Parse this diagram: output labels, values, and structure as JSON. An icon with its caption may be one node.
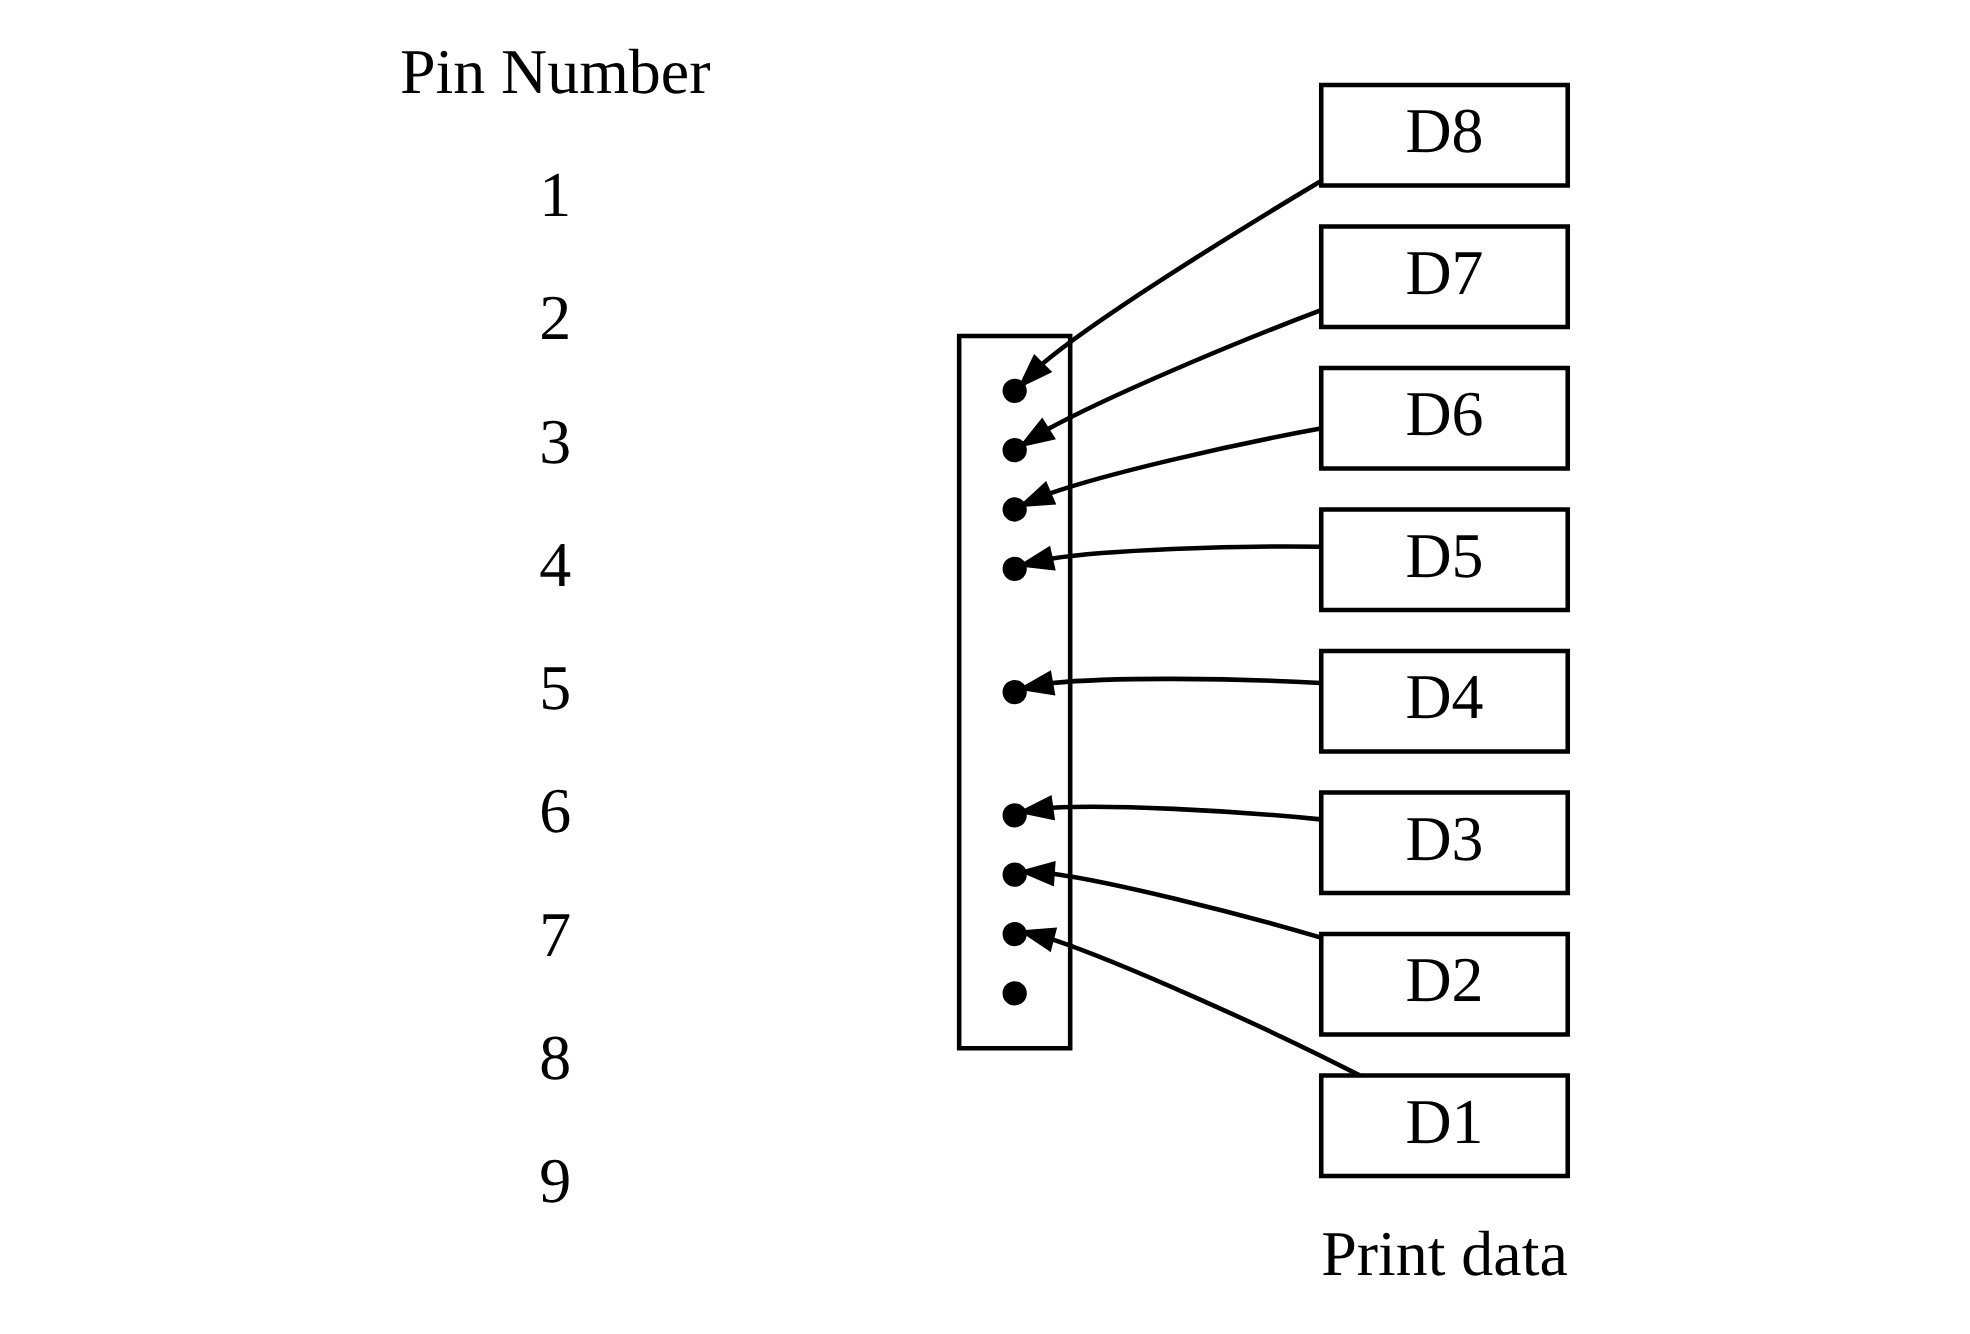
{
  "diagram": {
    "nodes": [
      {
        "text": [
          "D8"
        ]
      },
      {
        "text": [
          "D7"
        ]
      },
      {
        "text": [
          "D6"
        ]
      },
      {
        "text": [
          "D5"
        ]
      },
      {
        "text": [
          "D4"
        ]
      },
      {
        "text": [
          "D3"
        ]
      },
      {
        "text": [
          "D2"
        ]
      },
      {
        "text": [
          "D1"
        ]
      },
      {
        "text": [],
        "shape": "bar"
      },
      {
        "text": [],
        "shape": "circle",
        "in": 8
      },
      {
        "text": [],
        "shape": "circle",
        "in": 8
      },
      {
        "text": [],
        "shape": "circle",
        "in": 8
      },
      {
        "text": [],
        "shape": "circle",
        "in": 8
      },
      {
        "text": [],
        "shape": "circle",
        "in": 8
      },
      {
        "text": [],
        "shape": "circle",
        "in": 8
      },
      {
        "text": [],
        "shape": "circle",
        "in": 8
      },
      {
        "text": [],
        "shape": "circle",
        "in": 8
      },
      {
        "text": [],
        "shape": "circle",
        "in": 8
      }
    ],
    "edges": [
      {
        "from": 0,
        "to": 9,
        "arrow": "to"
      },
      {
        "from": 1,
        "to": 10,
        "arrow": "to"
      },
      {
        "from": 2,
        "to": 11,
        "arrow": "to"
      },
      {
        "from": 3,
        "to": 12,
        "arrow": "to"
      },
      {
        "from": 4,
        "to": 13,
        "arrow": "to"
      },
      {
        "from": 5,
        "to": 14,
        "arrow": "to"
      },
      {
        "from": 6,
        "to": 15,
        "arrow": "to"
      },
      {
        "from": 7,
        "to": 16,
        "arrow": "to"
      }
    ],
    "labels": [
      "Print data",
      "Pin Number",
      "1",
      "2",
      "3",
      "4",
      "5",
      "6",
      "7",
      "8",
      "9"
    ]
  }
}
